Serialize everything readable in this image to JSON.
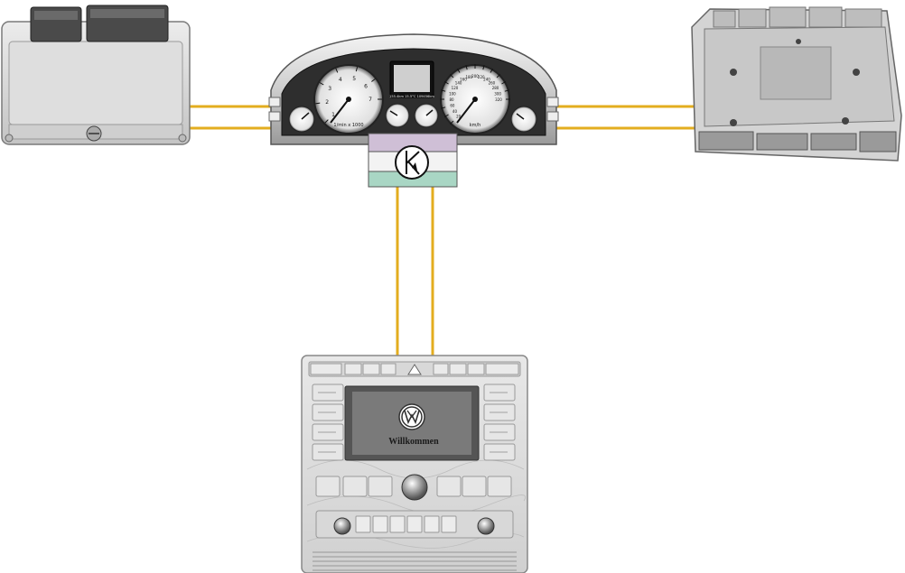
{
  "colors": {
    "wire": "#e3ad1f",
    "module_fill": "#d6d6d6",
    "module_edge": "#7a7a7a",
    "gateway_top": "#cfbfd6",
    "gateway_mid": "#f3f3f3",
    "gateway_bottom": "#a9d6c4",
    "screen_bg": "#7a7a7a"
  },
  "components": {
    "left_module": {
      "icon": "control-unit-icon"
    },
    "instrument_cluster": {
      "icon": "instrument-cluster-icon",
      "gauges": {
        "tacho_unit": "1/min x 1000",
        "speedo_unit": "km/h",
        "tacho_ticks": [
          "1",
          "2",
          "3",
          "4",
          "5",
          "6",
          "7"
        ],
        "speedo_ticks": [
          "20",
          "40",
          "60",
          "80",
          "100",
          "120",
          "140",
          "160",
          "180",
          "200",
          "220",
          "240",
          "260",
          "280",
          "300",
          "320"
        ]
      },
      "display_readout": "155.4km  15.5°C  109456km"
    },
    "gateway": {
      "icon": "gateway-k-icon",
      "symbol": "K"
    },
    "right_module": {
      "icon": "control-unit-icon"
    },
    "radio_navigation": {
      "icon": "infotainment-head-unit-icon",
      "screen_text": "Willkommen"
    }
  }
}
